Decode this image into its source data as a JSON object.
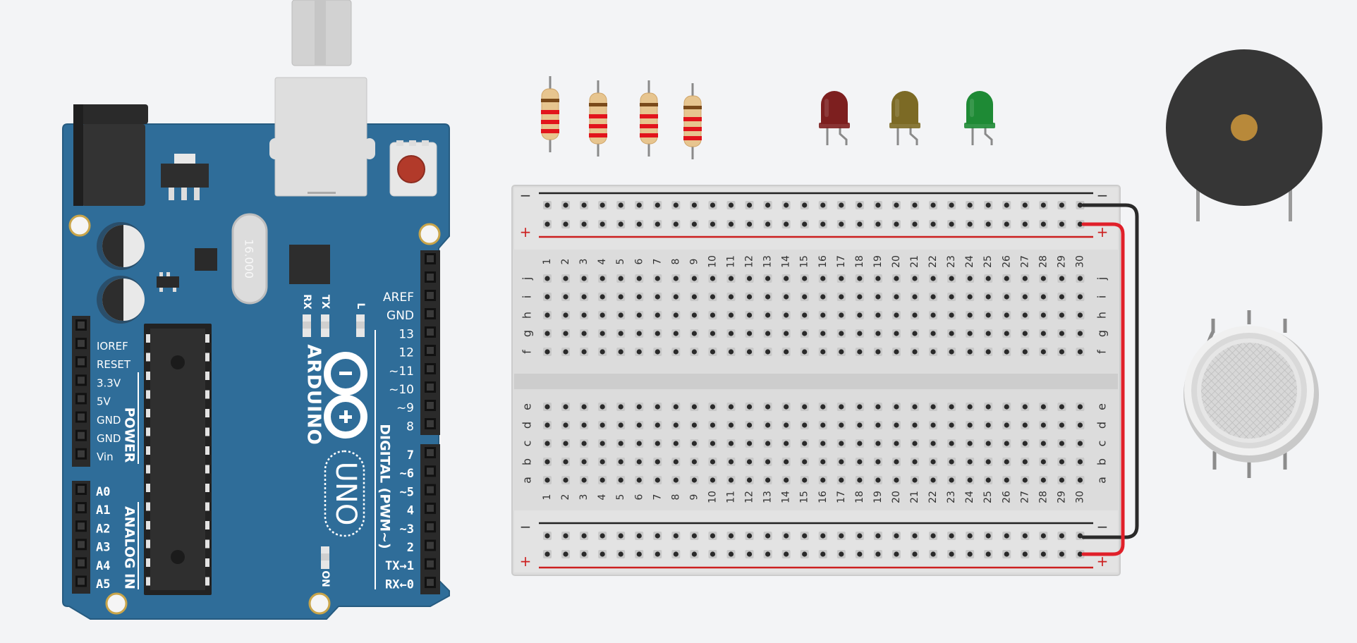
{
  "arduino": {
    "brand": "ARDUINO",
    "model": "UNO",
    "crystal": "16.000",
    "led_rx": "RX",
    "led_tx": "TX",
    "led_l": "L",
    "led_on": "ON",
    "power_header_title": "POWER",
    "analog_header_title": "ANALOG IN",
    "digital_header_title": "DIGITAL (PWM~)",
    "power_pins": [
      "IOREF",
      "RESET",
      "3.3V",
      "5V",
      "GND",
      "GND",
      "Vin"
    ],
    "analog_pins": [
      "A0",
      "A1",
      "A2",
      "A3",
      "A4",
      "A5"
    ],
    "digital_top_pins": [
      "AREF",
      "GND",
      "13",
      "12",
      "~11",
      "~10",
      "~9",
      "8"
    ],
    "digital_bottom_pins": [
      "7",
      "~6",
      "~5",
      "4",
      "~3",
      "2",
      "TX→1",
      "RX←0"
    ],
    "colors": {
      "board": "#2f6d99",
      "text": "#ffffff"
    }
  },
  "breadboard": {
    "columns": 30,
    "top_rows": [
      "j",
      "i",
      "h",
      "g",
      "f"
    ],
    "bottom_rows": [
      "e",
      "d",
      "c",
      "b",
      "a"
    ],
    "rail_minus": "−",
    "rail_plus": "+",
    "colors": {
      "body": "#dcdcdc",
      "rail_neg": "#222222",
      "rail_pos": "#cc1f1f",
      "wire_black": "#2a2a2a",
      "wire_red": "#e0202a"
    }
  },
  "resistors": {
    "count": 4,
    "band_color": "#e2141c",
    "body_color": "#e7c58f"
  },
  "leds": [
    {
      "name": "red",
      "color": "#7d1f1f"
    },
    {
      "name": "yellow",
      "color": "#7c6a25"
    },
    {
      "name": "green",
      "color": "#1e8a35"
    }
  ],
  "buzzer": {
    "color": "#363636",
    "center": "#b8893a"
  },
  "gas_sensor": {
    "color": "#c9c9c9"
  }
}
